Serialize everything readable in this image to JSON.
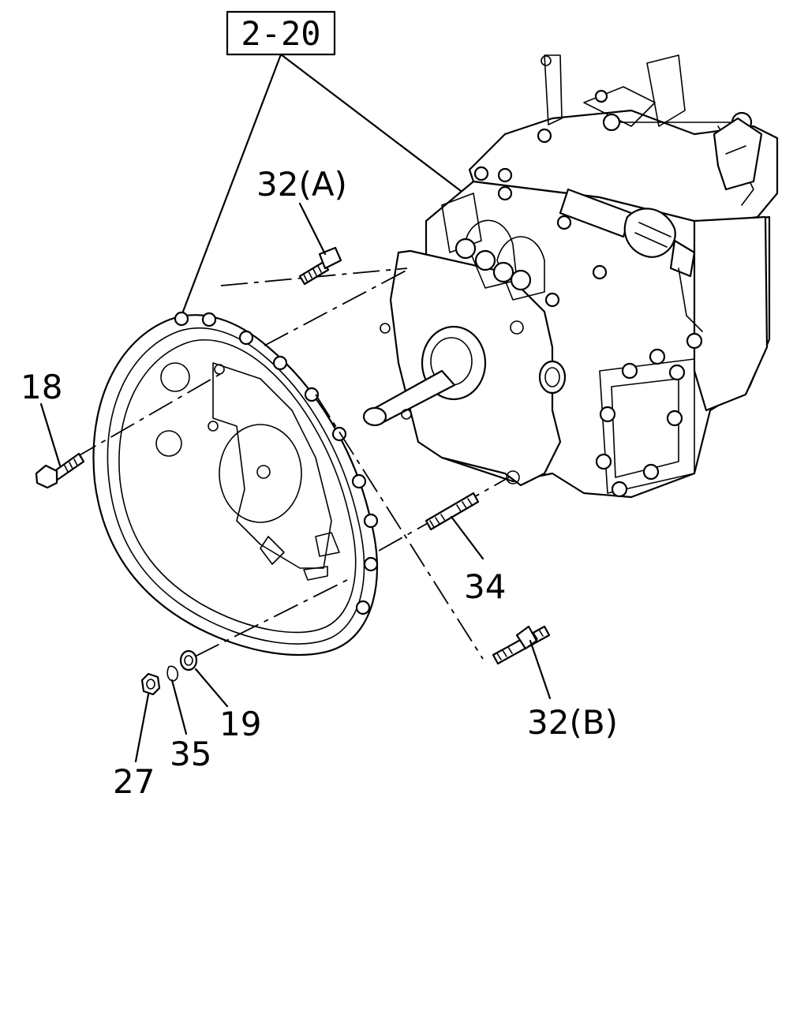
{
  "reference_box": "2-20",
  "callouts": {
    "c32a": "32(A)",
    "c18": "18",
    "c34": "34",
    "c19": "19",
    "c35": "35",
    "c27": "27",
    "c32b": "32(B)"
  }
}
